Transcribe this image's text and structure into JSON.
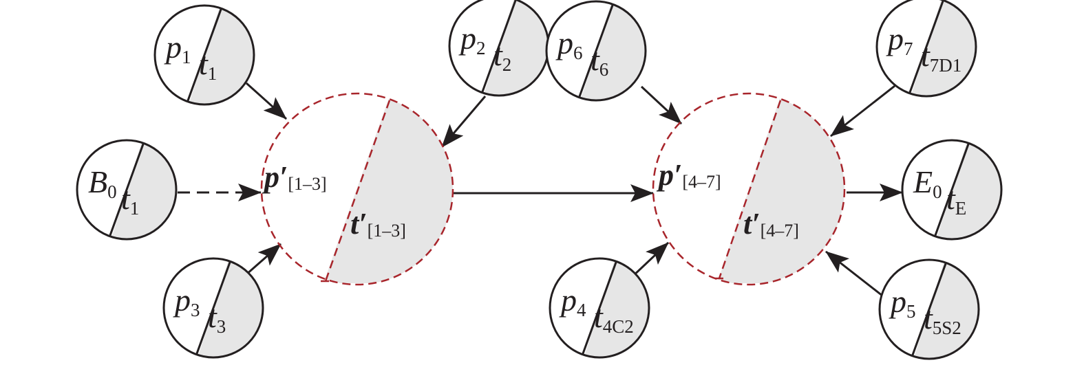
{
  "colors": {
    "stroke": "#231f20",
    "shade": "#e6e6e6",
    "merged_outline": "#a8252b",
    "background": "#ffffff"
  },
  "nodes": {
    "p1": {
      "place": "p",
      "place_sub": "1",
      "trans": "t",
      "trans_sub": "1"
    },
    "p2": {
      "place": "p",
      "place_sub": "2",
      "trans": "t",
      "trans_sub": "2"
    },
    "p3": {
      "place": "p",
      "place_sub": "3",
      "trans": "t",
      "trans_sub": "3"
    },
    "b0": {
      "place": "B",
      "place_sub": "0",
      "trans": "t",
      "trans_sub": "1"
    },
    "p6": {
      "place": "p",
      "place_sub": "6",
      "trans": "t",
      "trans_sub": "6"
    },
    "p7": {
      "place": "p",
      "place_sub": "7",
      "trans": "t",
      "trans_sub": "7D1"
    },
    "p4": {
      "place": "p",
      "place_sub": "4",
      "trans": "t",
      "trans_sub": "4C2"
    },
    "p5": {
      "place": "p",
      "place_sub": "5",
      "trans": "t",
      "trans_sub": "5S2"
    },
    "e0": {
      "place": "E",
      "place_sub": "0",
      "trans": "t",
      "trans_sub": "E"
    }
  },
  "merged": {
    "m13": {
      "place": "p′",
      "place_sub": "[1–3]",
      "trans": "t′",
      "trans_sub": "[1–3]"
    },
    "m47": {
      "place": "p′",
      "place_sub": "[4–7]",
      "trans": "t′",
      "trans_sub": "[4–7]"
    }
  }
}
